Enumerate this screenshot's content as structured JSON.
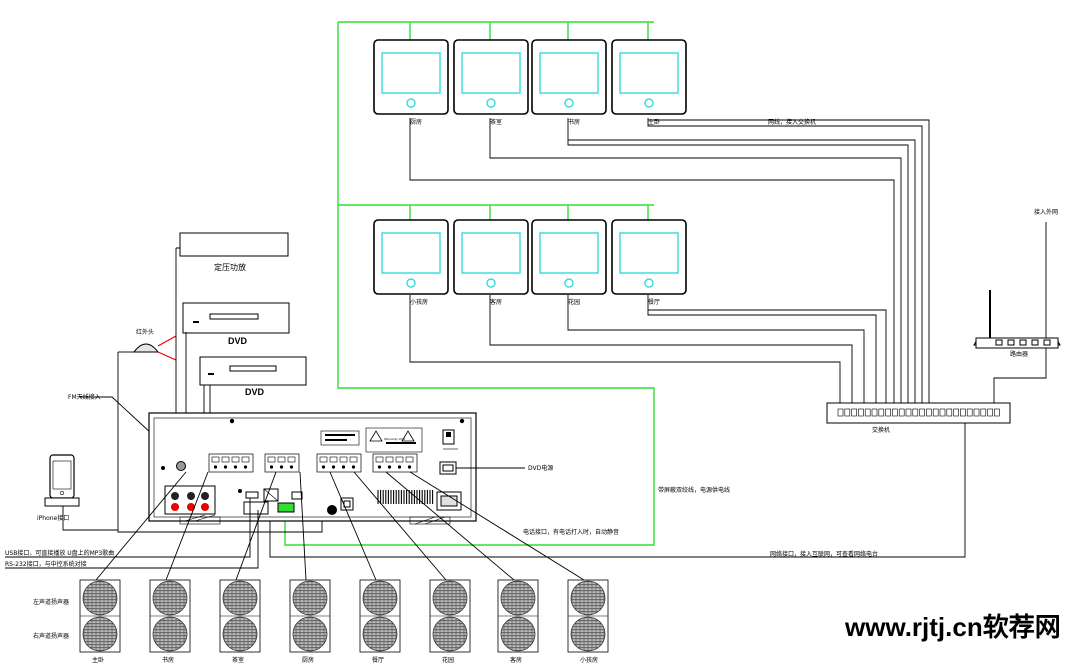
{
  "colors": {
    "green": "#33dd33",
    "cyan": "#33dddd",
    "line": "#000000"
  },
  "panels_top": [
    "厨房",
    "茶室",
    "书房",
    "主卧"
  ],
  "panels_bottom": [
    "小孩房",
    "客房",
    "花园",
    "餐厅"
  ],
  "speaker_rooms": [
    "主卧",
    "书房",
    "茶室",
    "厨房",
    "餐厅",
    "花园",
    "客房",
    "小孩房"
  ],
  "labels": {
    "network_note": "网线，接入交换机",
    "switch": "交换机",
    "router": "路由器",
    "external_net": "接入外网",
    "amp": "定压功放",
    "dvd1": "DVD",
    "dvd2": "DVD",
    "ir_head": "红外头",
    "fm_antenna": "FM天线接入",
    "iphone": "iPhone接口",
    "usb_port": "USB接口，可直接播放 U盘上的MP3歌曲",
    "rs232": "RS-232接口，与中控系统对接",
    "dvd_power": "DVD电源",
    "shield_cable": "带屏蔽双绞线，电源供电线",
    "phone_port": "电话接口，有电话打入时，自动静音",
    "net_port": "网络接口，接入互联网，可查看网络电台",
    "left_speaker": "左声道扬声器",
    "right_speaker": "右声道扬声器",
    "panel_text": "Warranty Void",
    "watermark": "www.rjtj.cn软荐网"
  }
}
